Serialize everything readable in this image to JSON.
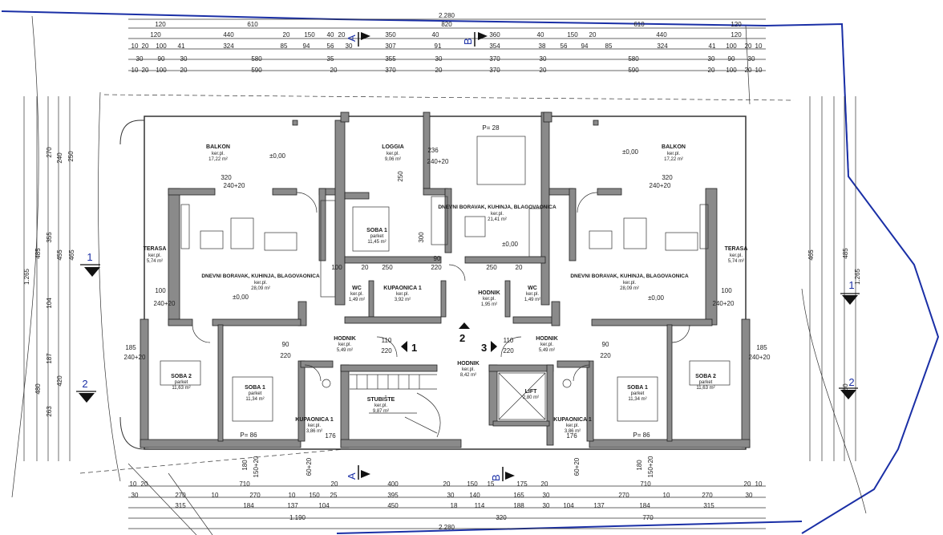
{
  "dimensions": {
    "top_total": "2.280",
    "top_row1": [
      "120",
      "610",
      "820",
      "610",
      "120"
    ],
    "top_row2": [
      "120",
      "440",
      "20",
      "150",
      "40",
      "20",
      "350",
      "40",
      "360",
      "40",
      "150",
      "20",
      "440",
      "120"
    ],
    "top_row3": [
      "10",
      "20",
      "100",
      "41",
      "324",
      "85",
      "94",
      "56",
      "30",
      "307",
      "91",
      "354",
      "38",
      "56",
      "94",
      "85",
      "324",
      "41",
      "100",
      "20",
      "10"
    ],
    "top_row4": [
      "30",
      "90",
      "30",
      "580",
      "35",
      "355",
      "30",
      "370",
      "30",
      "580",
      "30",
      "90",
      "30"
    ],
    "top_row5": [
      "10",
      "20",
      "100",
      "20",
      "590",
      "20",
      "370",
      "20",
      "370",
      "20",
      "590",
      "20",
      "100",
      "20",
      "10"
    ],
    "bottom_row1": [
      "10",
      "20",
      "710",
      "20",
      "400",
      "20",
      "150",
      "15",
      "175",
      "20",
      "710",
      "20",
      "10"
    ],
    "bottom_row2": [
      "30",
      "270",
      "10",
      "270",
      "10",
      "150",
      "25",
      "395",
      "30",
      "140",
      "165",
      "30",
      "270",
      "10",
      "270",
      "30"
    ],
    "bottom_row3": [
      "315",
      "184",
      "137",
      "104",
      "450",
      "18",
      "114",
      "188",
      "30",
      "104",
      "137",
      "184",
      "315"
    ],
    "bottom_row4": [
      "1.190",
      "320",
      "770"
    ],
    "bottom_total": "2.280",
    "left_vert1": [
      "1.265"
    ],
    "left_vert2": [
      "485",
      "480",
      "465"
    ],
    "left_vert3": [
      "355",
      "455",
      "420"
    ],
    "left_vert4": [
      "270",
      "250",
      "240",
      "104",
      "187",
      "263"
    ],
    "right_vert1": [
      "1.265"
    ],
    "right_vert2": [
      "465",
      "485",
      "480"
    ]
  },
  "rooms": [
    {
      "name": "BALKON",
      "floor": "ker.pl.",
      "area": "17,22 m²"
    },
    {
      "name": "LOGGIA",
      "floor": "ker.pl.",
      "area": "9,06 m²"
    },
    {
      "name": "BALKON",
      "floor": "ker.pl.",
      "area": "17,22 m²"
    },
    {
      "name": "TERASA",
      "floor": "ker.pl.",
      "area": "5,74 m²"
    },
    {
      "name": "TERASA",
      "floor": "ker.pl.",
      "area": "5,74 m²"
    },
    {
      "name": "SOBA 1",
      "floor": "parket",
      "area": "11,45 m²"
    },
    {
      "name": "DNEVNI BORAVAK, KUHINJA, BLAGOVAONICA",
      "floor": "ker.pl.",
      "area": "21,41 m²"
    },
    {
      "name": "DNEVNI BORAVAK, KUHINJA, BLAGOVAONICA",
      "floor": "ker.pl.",
      "area": "28,09 m²"
    },
    {
      "name": "DNEVNI BORAVAK, KUHINJA, BLAGOVAONICA",
      "floor": "ker.pl.",
      "area": "28,09 m²"
    },
    {
      "name": "WC",
      "floor": "ker.pl.",
      "area": "1,49 m²"
    },
    {
      "name": "KUPAONICA 1",
      "floor": "ker.pl.",
      "area": "3,92 m²"
    },
    {
      "name": "HODNIK",
      "floor": "ker.pl.",
      "area": "1,95 m²"
    },
    {
      "name": "WC",
      "floor": "ker.pl.",
      "area": "1,49 m²"
    },
    {
      "name": "HODNIK",
      "floor": "ker.pl.",
      "area": "5,49 m²"
    },
    {
      "name": "HODNIK",
      "floor": "ker.pl.",
      "area": "8,42 m²"
    },
    {
      "name": "HODNIK",
      "floor": "ker.pl.",
      "area": "5,49 m²"
    },
    {
      "name": "SOBA 2",
      "floor": "parket",
      "area": "11,63 m²"
    },
    {
      "name": "SOBA 1",
      "floor": "parket",
      "area": "11,34 m²"
    },
    {
      "name": "STUBIŠTE",
      "floor": "ker.pl.",
      "area": "9,87 m²"
    },
    {
      "name": "LIFT",
      "floor": "",
      "area": "2,80 m²"
    },
    {
      "name": "SOBA 1",
      "floor": "parket",
      "area": "11,34 m²"
    },
    {
      "name": "SOBA 2",
      "floor": "parket",
      "area": "11,63 m²"
    },
    {
      "name": "KUPAONICA 1",
      "floor": "ker.pl.",
      "area": "3,86 m²"
    },
    {
      "name": "KUPAONICA 1",
      "floor": "ker.pl.",
      "area": "3,86 m²"
    }
  ],
  "levels": {
    "left": "±0,00",
    "center": "±0,00",
    "right": "±0,00",
    "balkon_left": "±0,00",
    "balkon_right": "±0,00"
  },
  "parapets": {
    "p28": "P= 28",
    "p86_left": "P= 86",
    "p86_right": "P= 86"
  },
  "sections": {
    "a_top": "A",
    "b_top": "B",
    "a_bottom": "A",
    "b_bottom": "B",
    "n1_left": "1",
    "n2_left": "2",
    "n1_right": "1",
    "n2_right": "2"
  },
  "unit_numbers": {
    "u1": "1",
    "u2": "2",
    "u3": "3"
  },
  "inner_dims": {
    "d320a": "320",
    "d240a": "240+20",
    "d320b": "320",
    "d240b": "240+20",
    "d236": "236",
    "d240c": "240+20",
    "d250": "250",
    "d300": "300",
    "d100a": "100",
    "d100b": "100",
    "d240d": "240+20",
    "d240e": "240+20",
    "d90a": "90",
    "d90b": "90",
    "d20a": "20",
    "d250b": "250",
    "d250c": "250",
    "d20b": "20",
    "d220a": "220",
    "d90c": "90",
    "d90d": "90",
    "d220b": "220",
    "d110a": "110",
    "d110b": "110",
    "d220c": "220",
    "d220d": "220",
    "d185a": "185",
    "d185b": "185",
    "d240f": "240+20",
    "d240g": "240+20",
    "d150a": "150+20",
    "d150b": "150+20",
    "d180a": "180",
    "d180b": "180",
    "d60a": "60+20",
    "d60b": "60+20",
    "d176a": "176",
    "d176b": "176"
  }
}
